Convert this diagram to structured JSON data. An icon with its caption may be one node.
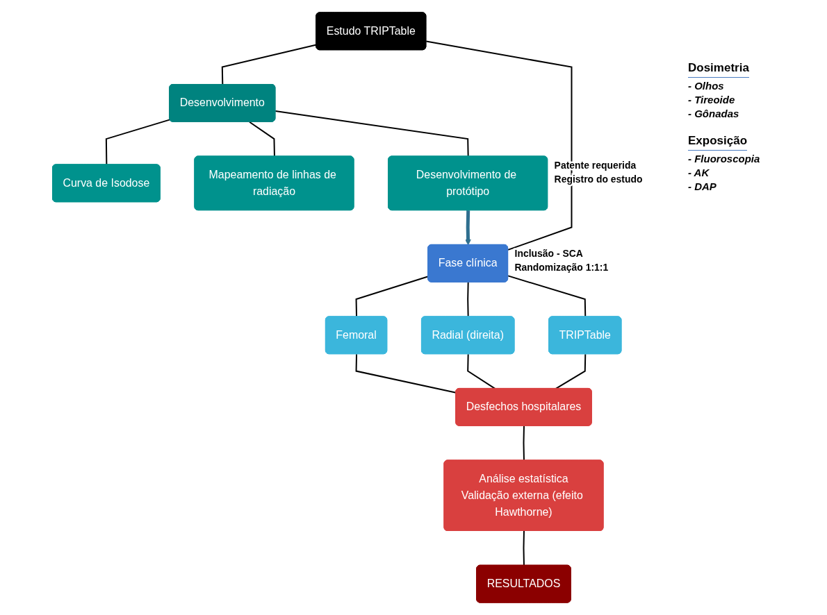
{
  "diagram": {
    "nodes": [
      {
        "text": [
          "Estudo TRIPTable"
        ]
      },
      {
        "text": [
          "Desenvolvimento"
        ]
      },
      {
        "text": [
          "Fase clínica"
        ],
        "beside": [
          "Inclusão - SCA",
          "Randomização 1:1:1"
        ]
      },
      {
        "text": [
          "Curva de Isodose"
        ]
      },
      {
        "text": [
          "Mapeamento de linhas de radiação"
        ]
      },
      {
        "text": [
          "Desenvolvimento de protótipo"
        ],
        "beside": [
          "Patente requerida",
          "Registro do estudo"
        ]
      },
      {
        "text": [
          "Femoral"
        ]
      },
      {
        "text": [
          "Radial (direita)"
        ]
      },
      {
        "text": [
          "TRIPTable"
        ]
      },
      {
        "text": [
          "Desfechos hospitalares"
        ]
      },
      {
        "text": [
          "Análise estatística",
          "Validação externa (efeito Hawthorne)"
        ]
      },
      {
        "text": [
          "RESULTADOS"
        ]
      }
    ],
    "edges": [
      {
        "from": 0,
        "to": 1,
        "arrow": "none"
      },
      {
        "from": 0,
        "to": 2,
        "arrow": "none"
      },
      {
        "from": 1,
        "to": 3,
        "arrow": "none"
      },
      {
        "from": 1,
        "to": 4,
        "arrow": "none"
      },
      {
        "from": 1,
        "to": 5,
        "arrow": "none"
      },
      {
        "from": 5,
        "to": 2,
        "arrow": "to",
        "style": "thick",
        "color": "#2f6f8f"
      },
      {
        "from": 2,
        "to": 6,
        "arrow": "none"
      },
      {
        "from": 2,
        "to": 7,
        "arrow": "none"
      },
      {
        "from": 2,
        "to": 8,
        "arrow": "none"
      },
      {
        "from": 6,
        "to": 9,
        "arrow": "none"
      },
      {
        "from": 7,
        "to": 9,
        "arrow": "none"
      },
      {
        "from": 8,
        "to": 9,
        "arrow": "none"
      },
      {
        "from": 9,
        "to": 10,
        "arrow": "none"
      },
      {
        "from": 10,
        "to": 11,
        "arrow": "none"
      }
    ],
    "labels": [
      "Dosimetria",
      "- Olhos",
      "- Tireoide",
      "- Gônadas",
      "Exposição",
      "- Fluoroscopia",
      "- AK",
      "- DAP"
    ]
  }
}
